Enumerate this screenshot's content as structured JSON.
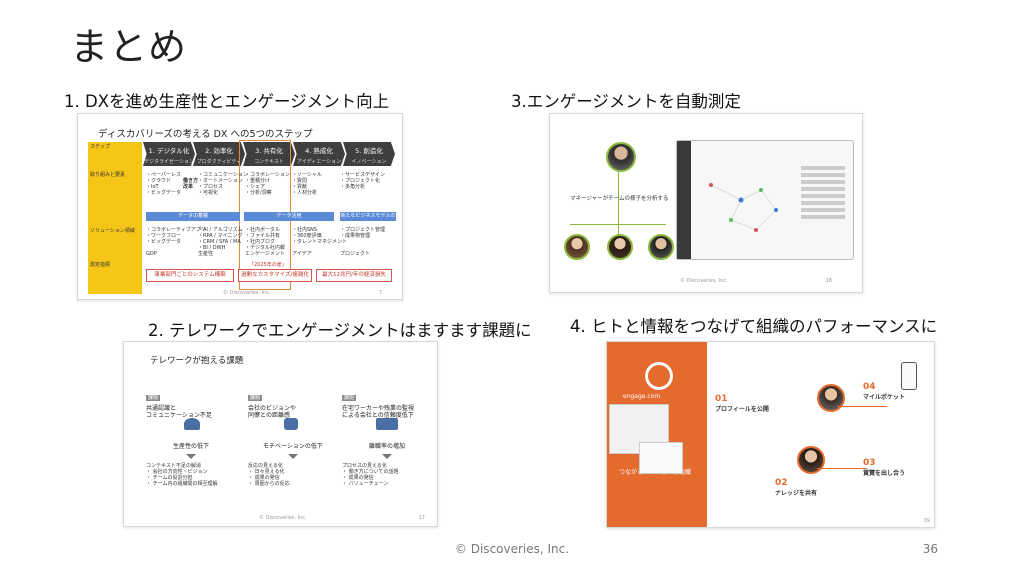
{
  "title": "まとめ",
  "sections": {
    "s1": "1. DXを進め生産性とエンゲージメント向上",
    "s2": "2. テレワークでエンゲージメントはますます課題に",
    "s3": "3.エンゲージメントを自動測定",
    "s4": "4. ヒトと情報をつなげて組織のパフォーマンスに"
  },
  "thumb1": {
    "title": "ディスカバリーズの考える DX への5つのステップ",
    "row_heads": [
      "ステップ",
      "取り組みと要素",
      "ソリューション領域",
      "測定指標"
    ],
    "steps": [
      {
        "name": "1. デジタル化",
        "sub": "デジタライゼーション"
      },
      {
        "name": "2. 効率化",
        "sub": "プロダクティビティ"
      },
      {
        "name": "3. 共有化",
        "sub": "コンテキスト"
      },
      {
        "name": "4. 熟成化",
        "sub": "アイディエーション"
      },
      {
        "name": "5. 創造化",
        "sub": "イノベーション"
      }
    ],
    "elements": [
      "・ペーパーレス\n・クラウド\n・IoT\n・ビッグデータ",
      "・コミュニケーション\n・オートメーション\n・プロセス\n・可視化",
      "・コラボレーション\n・重積分け\n・シェア\n・分析/洞察",
      "・ソーシャル\n・質問\n・貢献\n・人材分析",
      "・サービスデザイン\n・プロジェクト化\n・多角分析"
    ],
    "effect_label": "働き方\n改革",
    "bars": [
      "データの蓄積",
      "データ活用",
      "新たなビジネスモデルの創出"
    ],
    "solutions": [
      "・コラボレーティブアプリ\n・ワークフロー\n・ビッグデータ",
      "・AI / アルゴリズム\n・RPA / マイニング\n・CRM / SFA / MA\n・BI / DWH",
      "・社内ポータル\n・ファイル共有\n・社内ブログ\n・デジタル社内報",
      "・社内SNS\n・360度評価\n・タレントマネジメント",
      "・プロジェクト管理\n・成果物管理"
    ],
    "metrics": [
      "GDP",
      "生産性",
      "エンゲージメント",
      "アイデア",
      "プロジェクト"
    ],
    "center_red": "「2025年の崖」",
    "red_items": [
      "事業部門ごとのシステム構築",
      "過剰なカスタマイズ/複雑化",
      "最大12兆円/年の経済損失"
    ],
    "copyright": "© Discoveries, Inc.",
    "page": "7"
  },
  "thumb2": {
    "title": "テレワークが抱える課題",
    "columns": [
      {
        "tag": "課題",
        "issue": "共通認識と\nコミュニケーション不足",
        "result": "生産性の低下",
        "detail": "コンテキスト不足の解消\n・ 会社の方向性・ビジョン\n・ チームの役割分担\n・ チーム内の組織間の相互理解"
      },
      {
        "tag": "課題",
        "issue": "会社のビジョンや\n同僚との距離感",
        "result": "モチベーションの低下",
        "detail": "反応の見える化\n・ 日々見える化\n・ 成果の発信\n・ 周囲からの反応"
      },
      {
        "tag": "課題",
        "issue": "在宅ワーカーや残業の監視\nによる会社との信頼度低下",
        "result": "離職率の増加",
        "detail": "プロセスの見える化\n・ 働き方についての話題\n・ 成果の発信\n・ バリューチェーン"
      }
    ],
    "copyright": "© Discoveries, Inc.",
    "page": "17"
  },
  "thumb3": {
    "caption": "マネージャーがチームの様子を分析する",
    "copyright": "© Discoveries, Inc.",
    "page": "18"
  },
  "thumb4": {
    "brand": "engage.com",
    "tagline": "つながる人、つながる組織",
    "items": [
      {
        "num": "01",
        "title": "プロフィールを公開"
      },
      {
        "num": "02",
        "title": "ナレッジを共有"
      },
      {
        "num": "03",
        "title": "賞賛を出し合う"
      },
      {
        "num": "04",
        "title": "マイルポケット"
      }
    ],
    "page": "39"
  },
  "footer": "© Discoveries, Inc.",
  "page_number": "36"
}
